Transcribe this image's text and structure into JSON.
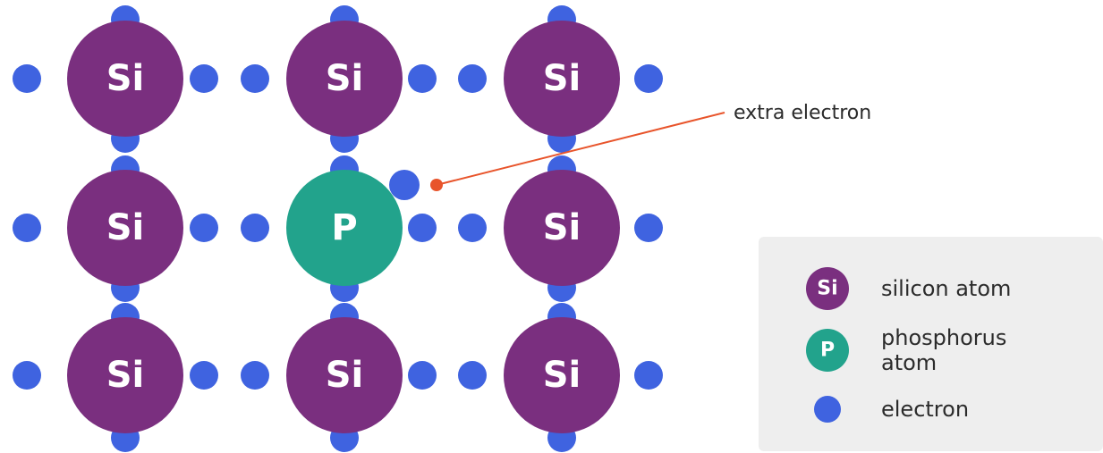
{
  "colors": {
    "silicon": "#7a2f7f",
    "phosphorus": "#22a38c",
    "electron": "#3f63e0",
    "extra_electron_marker": "#e8542b",
    "legend_bg": "#eeeeee"
  },
  "lattice": {
    "rows": [
      [
        {
          "symbol": "Si",
          "element": "silicon"
        },
        {
          "symbol": "Si",
          "element": "silicon"
        },
        {
          "symbol": "Si",
          "element": "silicon"
        }
      ],
      [
        {
          "symbol": "Si",
          "element": "silicon"
        },
        {
          "symbol": "P",
          "element": "phosphorus"
        },
        {
          "symbol": "Si",
          "element": "silicon"
        }
      ],
      [
        {
          "symbol": "Si",
          "element": "silicon"
        },
        {
          "symbol": "Si",
          "element": "silicon"
        },
        {
          "symbol": "Si",
          "element": "silicon"
        }
      ]
    ]
  },
  "callout": {
    "label": "extra electron"
  },
  "legend": {
    "items": [
      {
        "symbol": "Si",
        "label_lines": [
          "silicon atom"
        ],
        "kind": "silicon"
      },
      {
        "symbol": "P",
        "label_lines": [
          "phosphorus",
          "atom"
        ],
        "kind": "phosphorus"
      },
      {
        "symbol": "",
        "label_lines": [
          "electron"
        ],
        "kind": "electron"
      }
    ]
  }
}
